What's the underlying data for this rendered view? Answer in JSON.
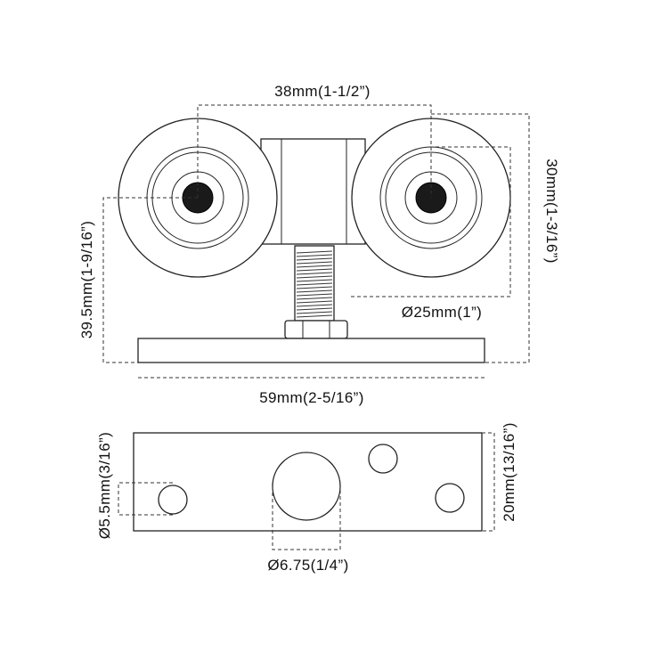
{
  "dimensions": {
    "wheel_spacing": "38mm(1-1/2”)",
    "wheel_height": "30mm(1-3/16”)",
    "wheel_diameter": "Ø25mm(1”)",
    "overall_height": "39.5mm(1-9/16”)",
    "plate_length": "59mm(2-5/16”)",
    "plate_width": "20mm(13/16”)",
    "small_hole_diameter": "Ø5.5mm(3/16”)",
    "bolt_hole_diameter": "Ø6.75(1/4”)"
  },
  "colors": {
    "line": "#222222",
    "hub": "#1a1a1a",
    "background": "#ffffff"
  }
}
